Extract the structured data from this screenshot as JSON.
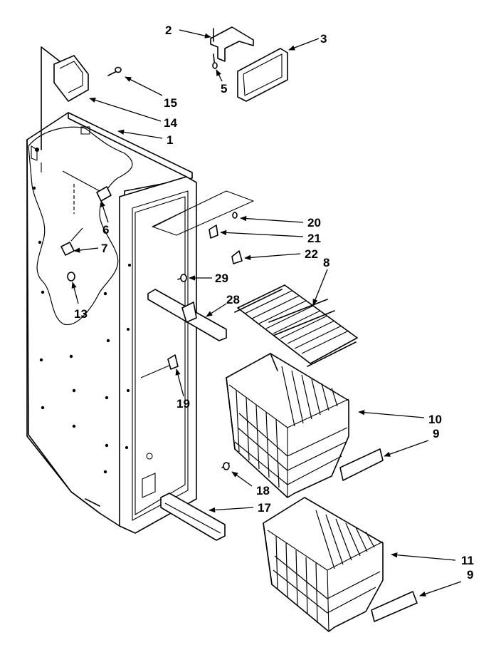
{
  "diagram": {
    "callouts": {
      "c1": "1",
      "c2": "2",
      "c3": "3",
      "c5": "5",
      "c6": "6",
      "c7": "7",
      "c8": "8",
      "c9a": "9",
      "c9b": "9",
      "c10": "10",
      "c11": "11",
      "c13": "13",
      "c14": "14",
      "c15": "15",
      "c17": "17",
      "c18": "18",
      "c19": "19",
      "c20": "20",
      "c21": "21",
      "c22": "22",
      "c28": "28",
      "c29": "29"
    }
  }
}
